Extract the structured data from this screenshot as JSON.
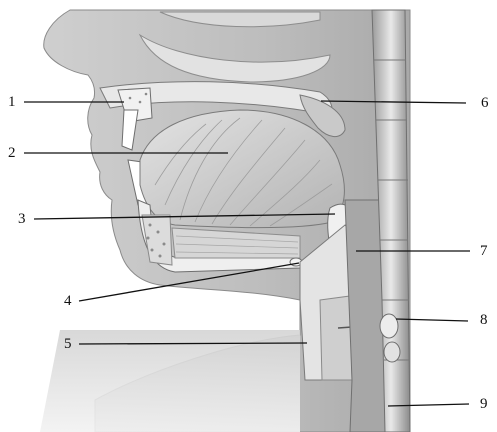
{
  "labels": {
    "l1": "1",
    "l2": "2",
    "l3": "3",
    "l4": "4",
    "l5": "5",
    "l6": "6",
    "l7": "7",
    "l8": "8",
    "l9": "9"
  },
  "colors": {
    "background": "#ffffff",
    "tissue_light": "#e6e6e6",
    "tissue_mid": "#bdbdbd",
    "tissue_dark": "#7a7a7a",
    "leader_line": "#111111"
  }
}
